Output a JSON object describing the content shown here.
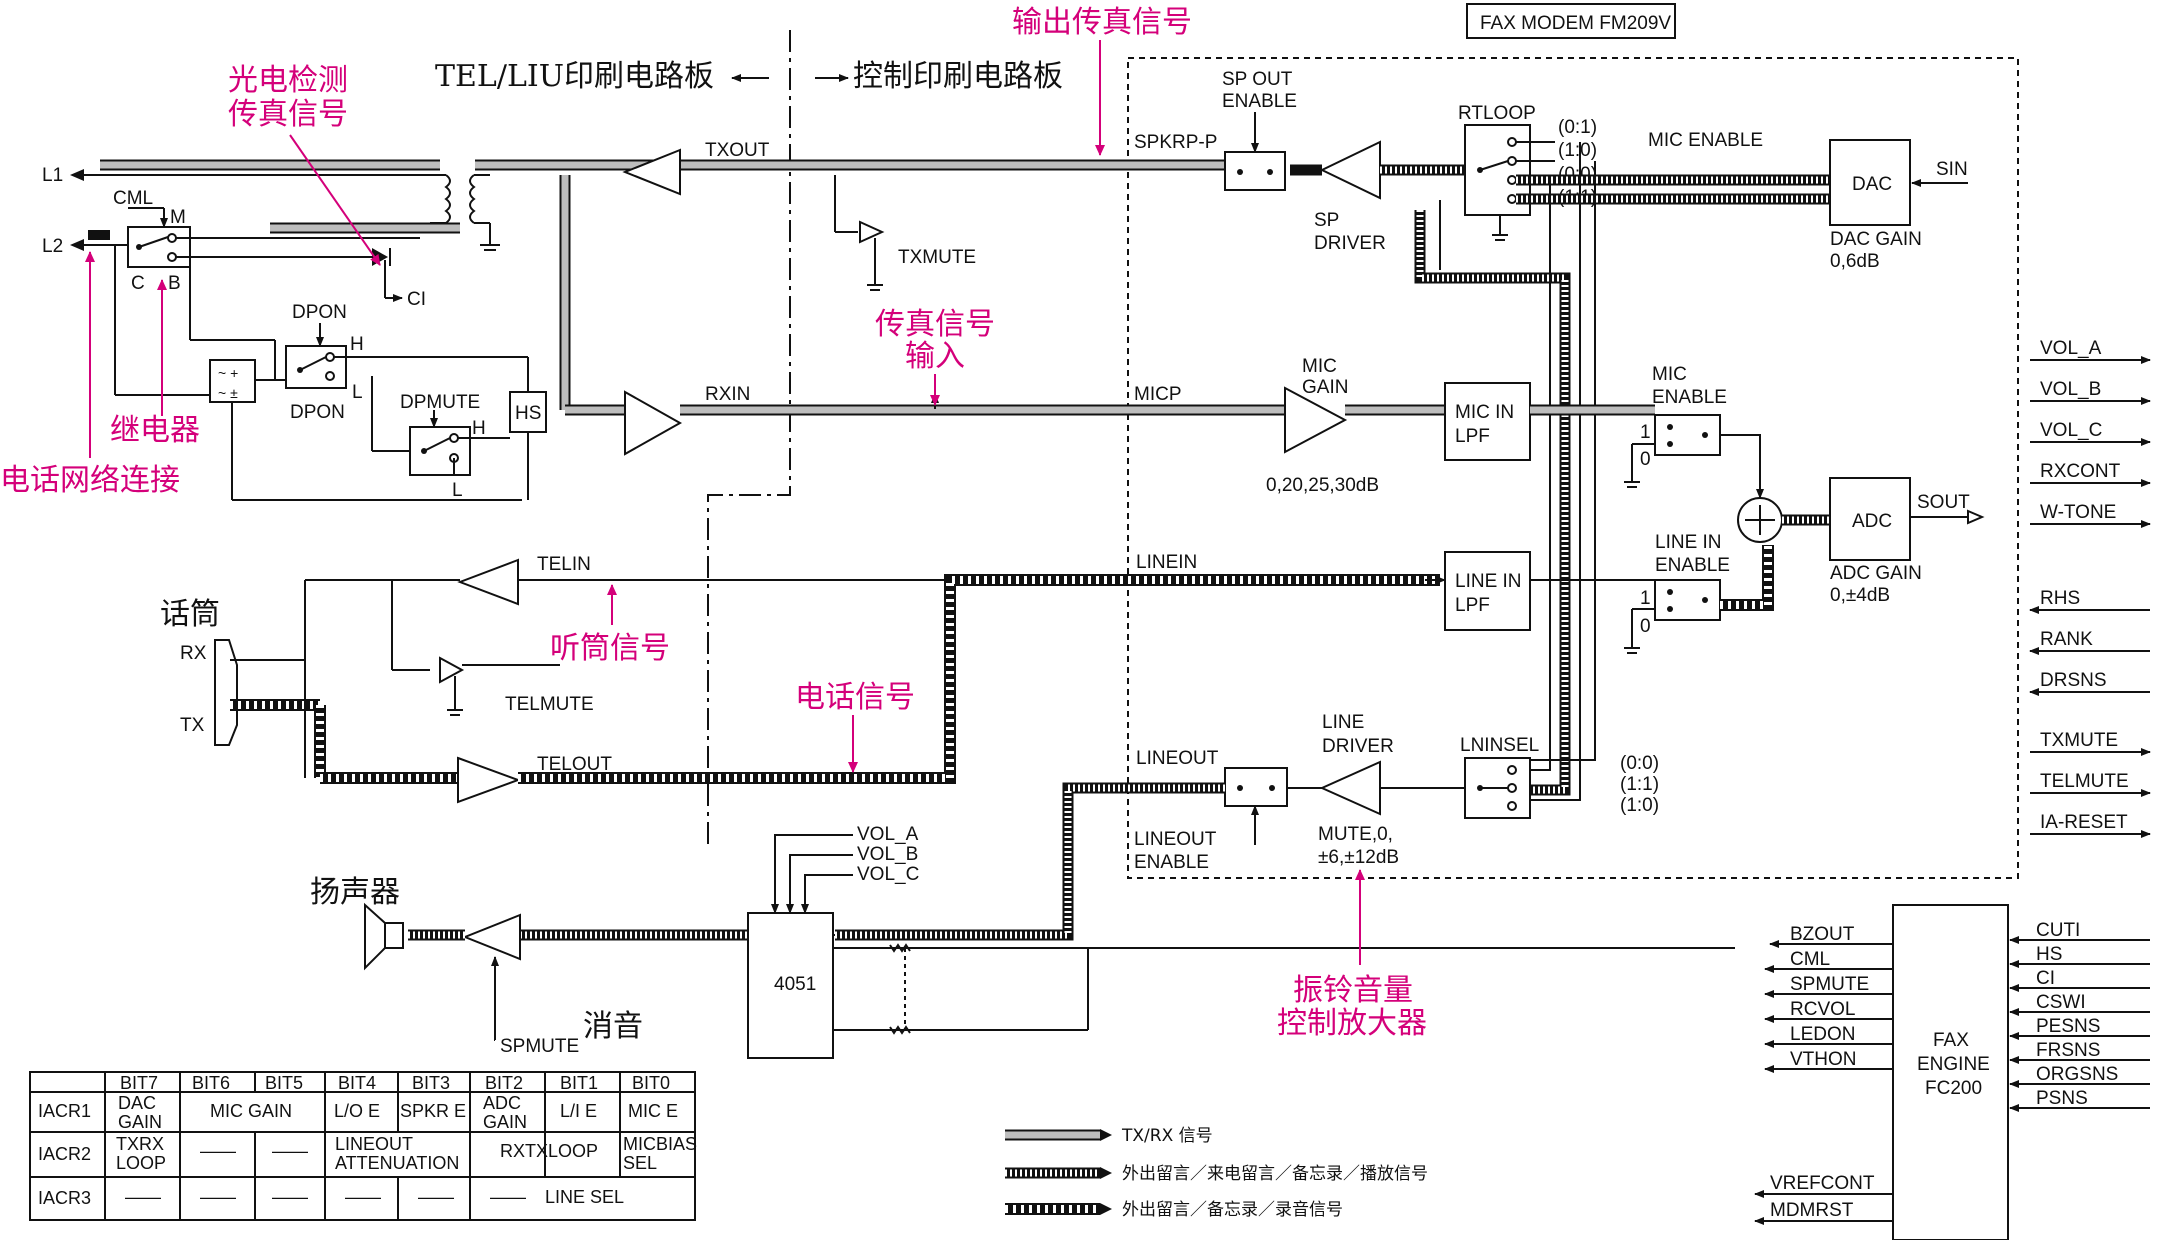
{
  "header": {
    "title_box": "FAX MODEM FM209V",
    "left_board": "TEL/LIU印刷电路板",
    "right_board": "控制印刷电路板"
  },
  "annotations": {
    "out_fax": "输出传真信号",
    "photo_1": "光电检测",
    "photo_2": "传真信号",
    "fax_in_1": "传真信号",
    "fax_in_2": "输入",
    "relay": "继电器",
    "network": "电话网络连接",
    "handset": "话筒",
    "earpiece": "听筒信号",
    "phone_sig": "电话信号",
    "speaker": "扬声器",
    "mute": "消音",
    "ring_1": "振铃音量",
    "ring_2": "控制放大器"
  },
  "labels": {
    "l1": "L1",
    "l2": "L2",
    "cml": "CML",
    "m": "M",
    "c": "C",
    "b": "B",
    "ci": "CI",
    "dpon_top": "DPON",
    "dpon_bottom": "DPON",
    "h": "H",
    "l": "L",
    "dpmute": "DPMUTE",
    "hs": "HS",
    "txout": "TXOUT",
    "rxin": "RXIN",
    "telin": "TELIN",
    "telout": "TELOUT",
    "txmute": "TXMUTE",
    "telmute": "TELMUTE",
    "rx": "RX",
    "tx": "TX",
    "spkrp": "SPKRP-P",
    "sp_out_1": "SP OUT",
    "sp_out_2": "ENABLE",
    "sp_driver_1": "SP",
    "sp_driver_2": "DRIVER",
    "rtloop": "RTLOOP",
    "mic_enable_top": "MIC ENABLE",
    "sel_01": "(0:1)",
    "sel_10": "(1:0)",
    "sel_00": "(0:0)",
    "sel_11": "(1:1)",
    "dac": "DAC",
    "sin": "SIN",
    "dac_gain_1": "DAC GAIN",
    "dac_gain_2": "0,6dB",
    "micp": "MICP",
    "mic_gain_1": "MIC",
    "mic_gain_2": "GAIN",
    "mic_gain_values": "0,20,25,30dB",
    "mic_lpf_1": "MIC IN",
    "mic_lpf_2": "LPF",
    "mic_en_1": "MIC",
    "mic_en_2": "ENABLE",
    "adc": "ADC",
    "sout": "SOUT",
    "adc_gain_1": "ADC GAIN",
    "adc_gain_2": "0,±4dB",
    "linein": "LINEIN",
    "line_lpf_1": "LINE IN",
    "line_lpf_2": "LPF",
    "line_en_1": "LINE IN",
    "line_en_2": "ENABLE",
    "lineout": "LINEOUT",
    "lineout_en_1": "LINEOUT",
    "lineout_en_2": "ENABLE",
    "line_driver_1": "LINE",
    "line_driver_2": "DRIVER",
    "line_driver_gain_1": "MUTE,0,",
    "line_driver_gain_2": "±6,±12dB",
    "lninsel": "LNINSEL",
    "sel_b_00": "(0:0)",
    "sel_b_11": "(1:1)",
    "sel_b_10": "(1:0)",
    "one": "1",
    "zero": "0",
    "vol_a": "VOL_A",
    "vol_b": "VOL_B",
    "vol_c": "VOL_C",
    "chip_4051": "4051",
    "spmute": "SPMUTE",
    "fax_engine_1": "FAX",
    "fax_engine_2": "ENGINE",
    "fax_engine_3": "FC200"
  },
  "right_outputs": [
    "VOL_A",
    "VOL_B",
    "VOL_C",
    "RXCONT",
    "W-TONE"
  ],
  "right_inputs": [
    "RHS",
    "RANK",
    "DRSNS"
  ],
  "right_outputs2": [
    "TXMUTE",
    "TELMUTE",
    "IA-RESET"
  ],
  "engine_left": [
    "BZOUT",
    "CML",
    "SPMUTE",
    "RCVOL",
    "LEDON",
    "VTHON"
  ],
  "engine_left2": [
    "VREFCONT",
    "MDMRST"
  ],
  "engine_right": [
    "CUTI",
    "HS",
    "CI",
    "CSWI",
    "PESNS",
    "FRSNS",
    "ORGSNS",
    "PSNS"
  ],
  "legend": [
    "TX/RX 信号",
    "外出留言／来电留言／备忘录／播放信号",
    "外出留言／备忘录／录音信号"
  ],
  "register_table": {
    "columns": [
      "",
      "BIT7",
      "BIT6",
      "BIT5",
      "BIT4",
      "BIT3",
      "BIT2",
      "BIT1",
      "BIT0"
    ],
    "iacr1": {
      "name": "IACR1",
      "bit7": "DAC GAIN",
      "bit65": "MIC GAIN",
      "bit4": "L/O E",
      "bit3": "SPKR E",
      "bit2": "ADC GAIN",
      "bit1": "L/I E",
      "bit0": "MIC E"
    },
    "iacr2": {
      "name": "IACR2",
      "bit7": "TXRX LOOP",
      "bit6": "——",
      "bit5": "——",
      "bit43": "LINEOUT ATTENUATION",
      "bit21": "RXTXLOOP",
      "bit0": "MICBIAS SEL"
    },
    "iacr3": {
      "name": "IACR3",
      "bit7": "——",
      "bit6": "——",
      "bit5": "——",
      "bit4": "——",
      "bit3": "——",
      "bit2": "——",
      "bit10": "LINE SEL"
    }
  }
}
